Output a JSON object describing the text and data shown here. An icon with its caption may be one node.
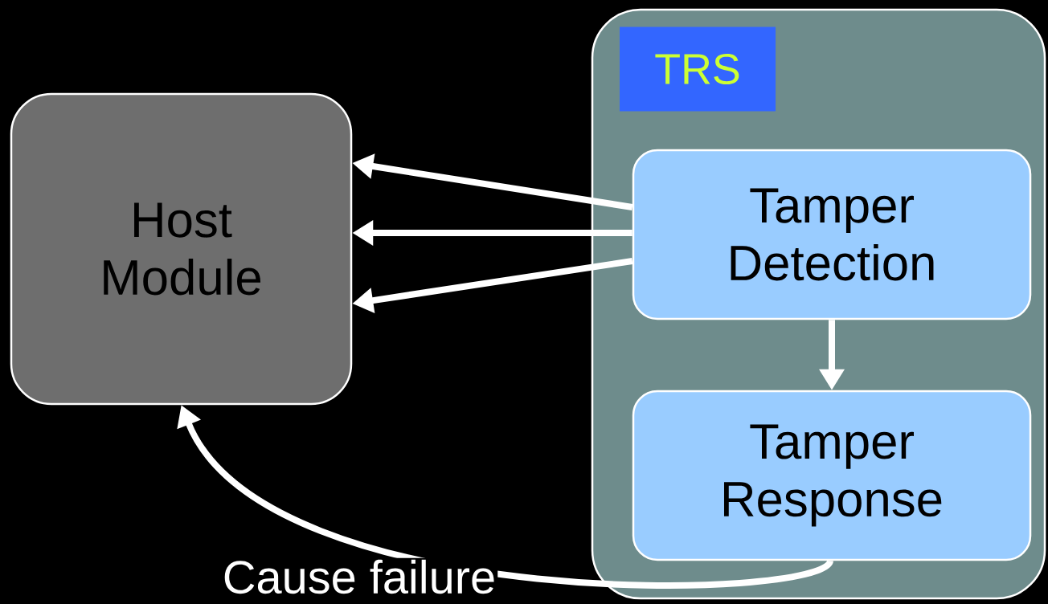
{
  "diagram": {
    "nodes": [
      {
        "text": [
          "Host Module"
        ]
      },
      {
        "text": [
          "TRS"
        ]
      },
      {
        "text": [
          "Tamper Detection"
        ],
        "in": 1
      },
      {
        "text": [
          "Tamper Response"
        ],
        "in": 1
      }
    ],
    "edges": [
      {
        "from": 2,
        "to": 0,
        "arrow": "to"
      },
      {
        "from": 2,
        "to": 0,
        "arrow": "to"
      },
      {
        "from": 2,
        "to": 0,
        "arrow": "to"
      },
      {
        "from": 2,
        "to": 3,
        "arrow": "to"
      },
      {
        "from": 3,
        "to": 0,
        "arrow": "to",
        "label": "Cause failure"
      }
    ]
  }
}
